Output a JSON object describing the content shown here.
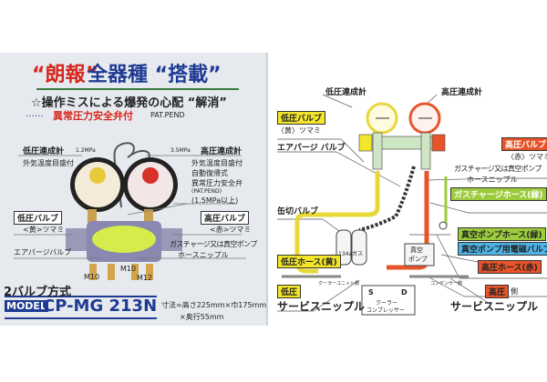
{
  "left": {
    "headline_red": "“朗報”",
    "headline_blue": "全器種 “搭載”",
    "subheadline": "☆操作ミスによる爆発の心配 “解消”",
    "safety_dots": "……",
    "safety_text": "異常圧力安全弁付",
    "safety_patent": "PAT.PEND",
    "low_gauge": "低圧連成計",
    "low_gauge_range": "1.2MPa",
    "low_gauge_scale": "外気温度目盛付",
    "high_gauge_range": "3.5MPa",
    "high_gauge": "高圧連成計",
    "high_gauge_scale": "外気温度目盛付",
    "relief_1": "自動復帰式",
    "relief_2": "異常圧力安全弁",
    "relief_3": "(PAT.PEND)",
    "relief_4": "(1.5MPa以上)",
    "low_valve": "低圧バルブ",
    "low_knob": "<黄>ツマミ",
    "high_valve": "高圧バルブ",
    "high_knob": "<赤>ツマミ",
    "nipple_1": "ガスチャージ又は真空ポンプ",
    "nipple_2": "ホースニップル",
    "air_purge": "エアパージバルブ",
    "m10a": "M10",
    "m10b": "M10",
    "m12": "M12",
    "valve_type": "2バルブ方式",
    "model_tag": "MODEL",
    "model_number": "CP-MG 213N",
    "dims_1": "寸法=高さ225mm×巾175mm",
    "dims_2": "×奥行55mm"
  },
  "right": {
    "low_gauge": "低圧連成計",
    "high_gauge": "高圧連成計",
    "low_valve": "低圧バルブ",
    "low_knob": "〈黄〉ツマミ",
    "air_purge": "エアパージ バルブ",
    "high_valve": "高圧バルブ",
    "high_knob": "〈赤〉ツマミ",
    "nipple_1": "ガスチャージ又は真空ポンプ",
    "nipple_2": "ホースニップル",
    "charge_hose": "ガスチャージホース(緑)",
    "can_valve": "缶切バルブ",
    "vacuum_hose": "真空ポンプホース(緑)",
    "solenoid": "真空ポンプ用電磁バルブ",
    "low_hose": "低圧ホース(黄)",
    "high_hose": "高圧ホース(赤)",
    "gas": "134aガス",
    "pump_1": "真空",
    "pump_2": "ポンプ",
    "cooler_side": "クーラーユニット側",
    "condenser_side": "コンデンサー側",
    "comp_s": "S",
    "comp_d": "D",
    "comp_1": "クーラー",
    "comp_2": "コンプレッサー",
    "low_tag": "低圧",
    "low_service": "サービスニップル",
    "high_tag": "高圧",
    "high_side": "側",
    "high_service": "サービスニップル"
  },
  "colors": {
    "yellow": "#f3e62a",
    "red": "#e8542a",
    "green": "#9ccc3c",
    "blue": "#4fb3e6",
    "navy": "#1f3a93"
  }
}
